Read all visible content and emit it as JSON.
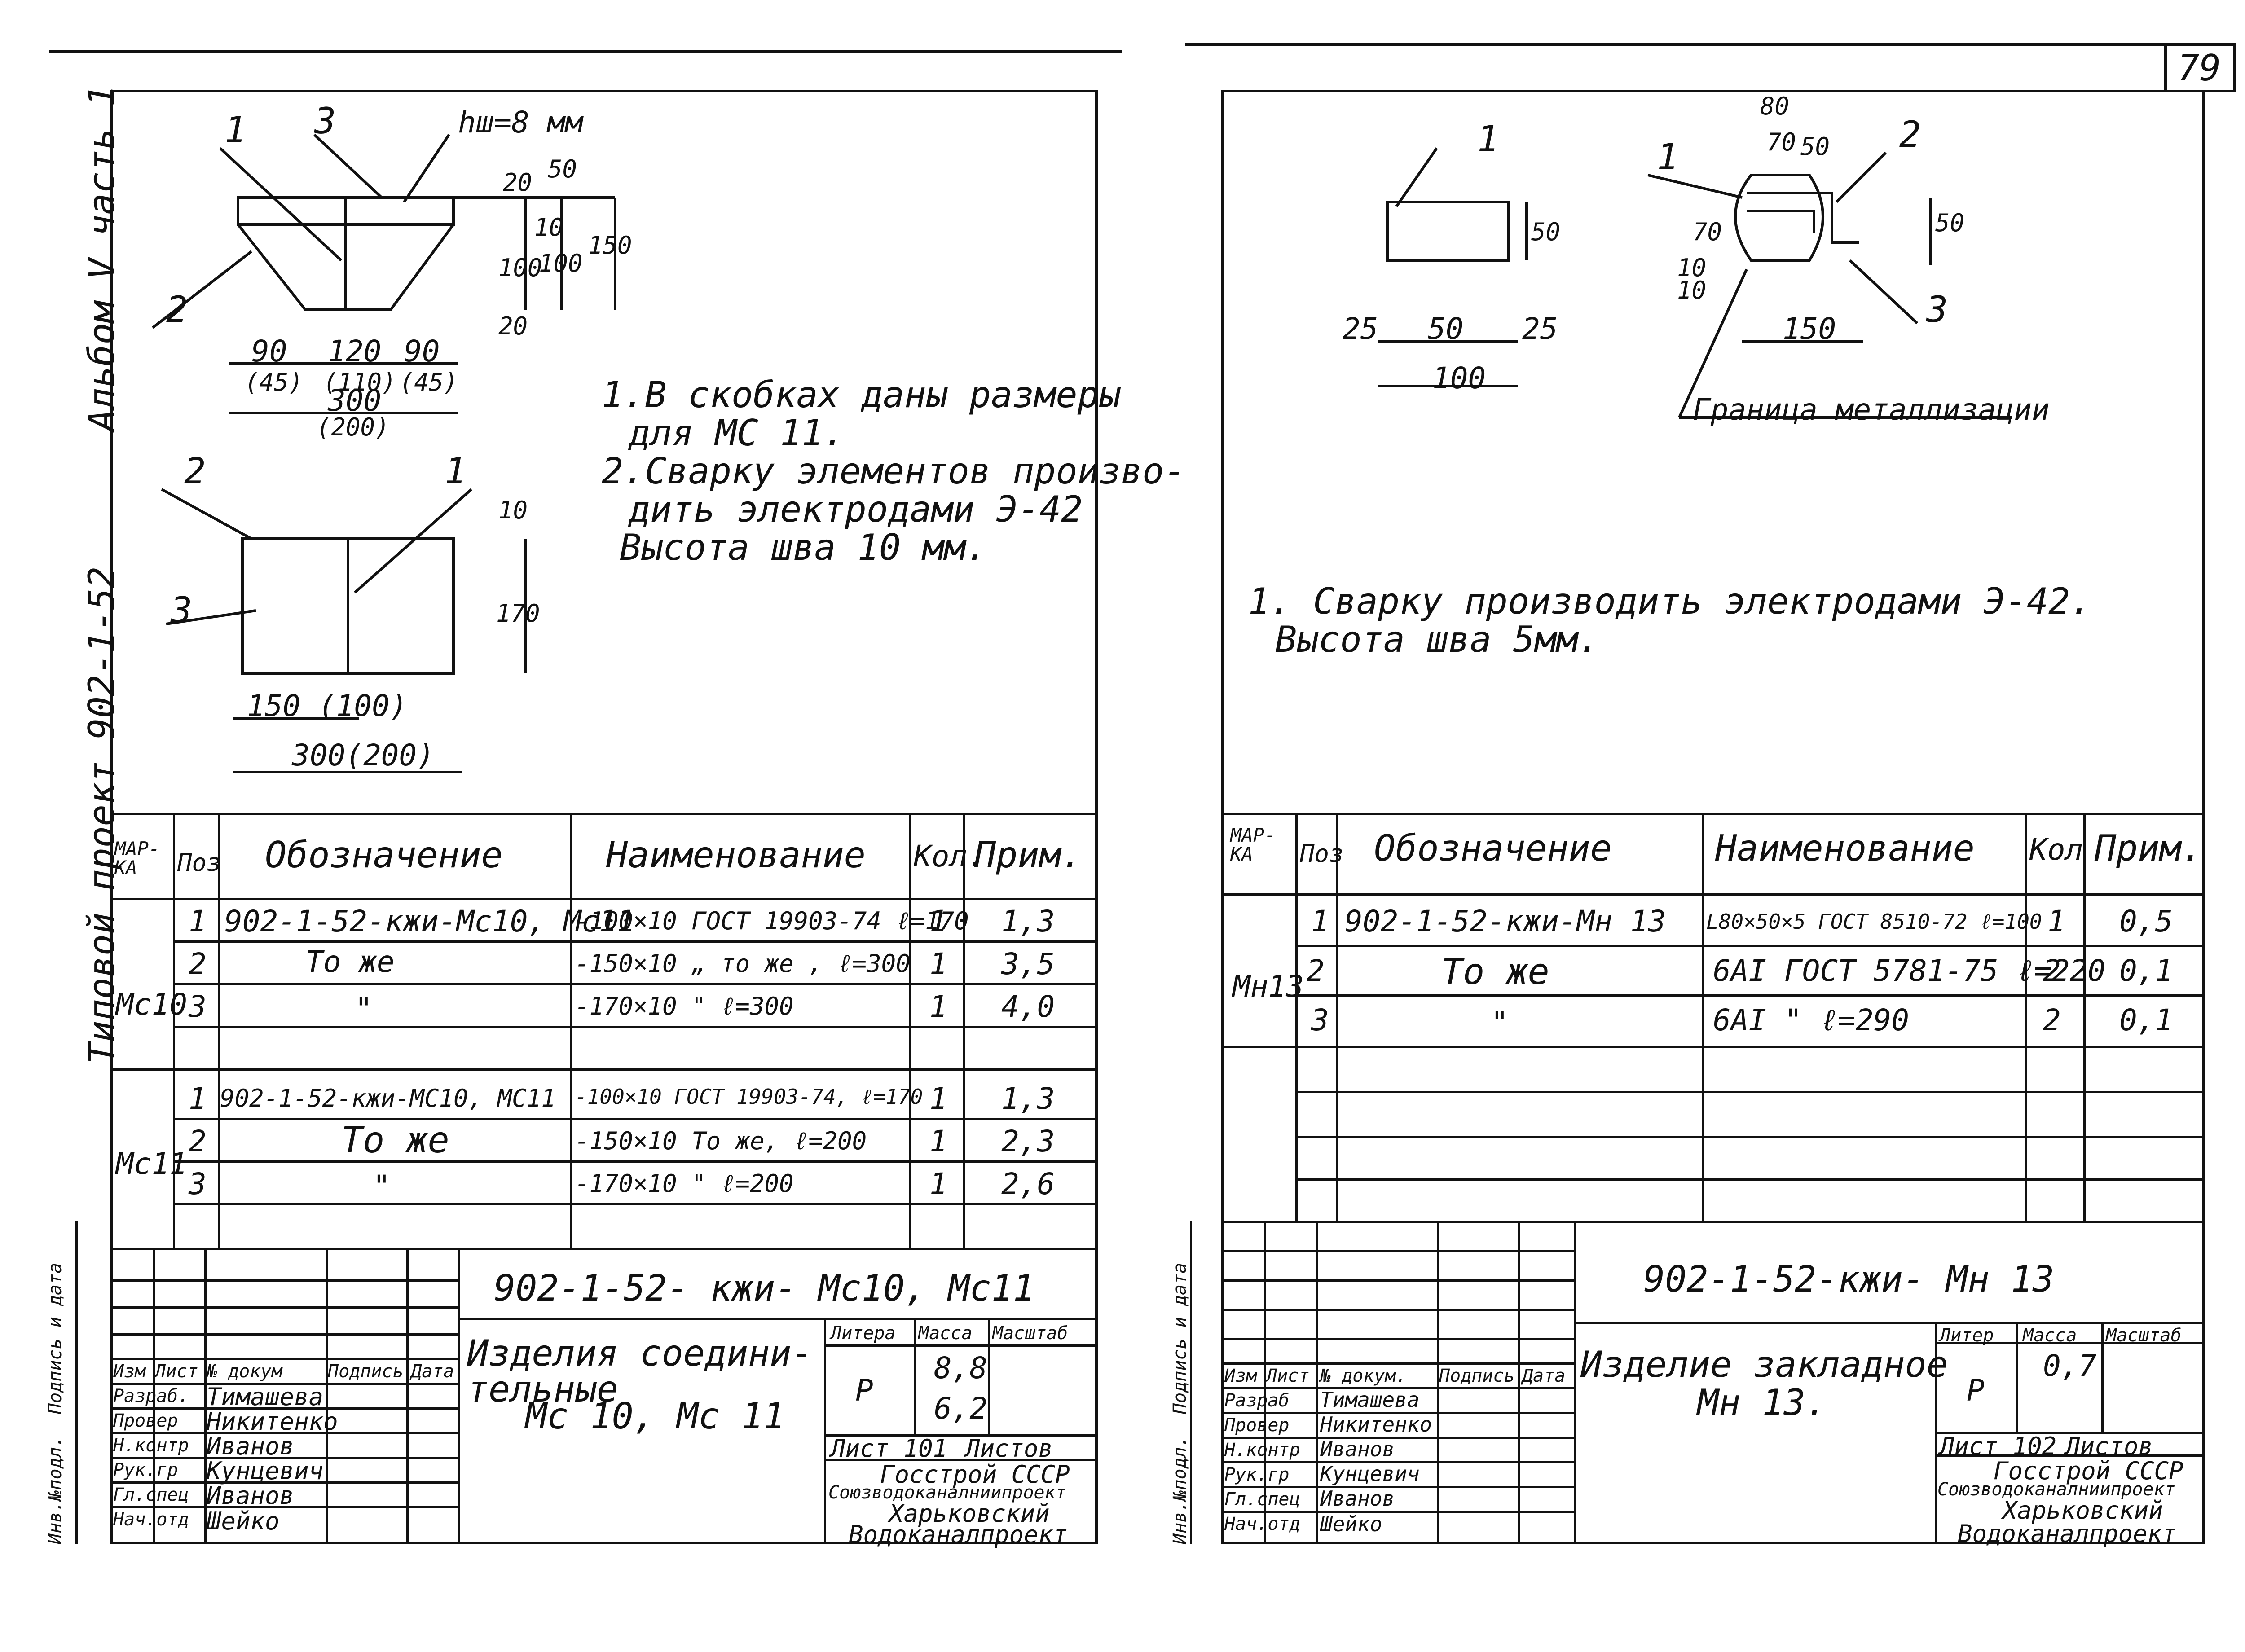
{
  "page_number": "79",
  "side_stamp": {
    "album": "Альбом V часть 1",
    "project": "Типовой проект 902-1-52",
    "sign_date": "Подпись и дата",
    "inv": "Инв.№подл."
  },
  "left_sheet": {
    "drawing": {
      "labels": [
        "1",
        "3",
        "2",
        "2",
        "1",
        "3"
      ],
      "weld": "hш=8 мм",
      "dims_top": [
        "20",
        "50",
        "100",
        "10",
        "100",
        "150",
        "20"
      ],
      "dims_bottom": [
        "90",
        "120",
        "90",
        "(45)",
        "(110)",
        "(45)",
        "300",
        "(200)"
      ],
      "dims_lower": [
        "10",
        "170",
        "150 (100)",
        "300(200)"
      ]
    },
    "notes": [
      "1.В скобках даны размеры",
      "для МС 11.",
      "2.Сварку элементов произво-",
      "дить электродами Э-42",
      "Высота шва 10 мм."
    ],
    "table": {
      "headers": [
        "МАР-КА",
        "Поз",
        "Обозначение",
        "Наименование",
        "Кол.",
        "Прим."
      ],
      "groups": [
        {
          "mark": "Мс10",
          "rows": [
            [
              "1",
              "902-1-52-кжи-Мс10, Мс11",
              "-100×10 ГОСТ 19903-74 ℓ=170",
              "1",
              "1,3"
            ],
            [
              "2",
              "То же",
              "-150×10 „ то же , ℓ=300",
              "1",
              "3,5"
            ],
            [
              "3",
              "\"",
              "-170×10 \" ℓ=300",
              "1",
              "4,0"
            ]
          ]
        },
        {
          "mark": "Мс11",
          "rows": [
            [
              "1",
              "902-1-52-кжи-МС10, МС11",
              "-100×10 ГОСТ 19903-74, ℓ=170",
              "1",
              "1,3"
            ],
            [
              "2",
              "То же",
              "-150×10 То же, ℓ=200",
              "1",
              "2,3"
            ],
            [
              "3",
              "\"",
              "-170×10 \" ℓ=200",
              "1",
              "2,6"
            ]
          ]
        }
      ]
    },
    "stamp": {
      "code": "902-1-52- кжи- Мс10, Мс11",
      "title": "Изделия соедини-тельные",
      "subtitle": "Мс 10, Мс 11",
      "cols": [
        "Изм",
        "Лист",
        "№ докум",
        "Подпись",
        "Дата"
      ],
      "people": [
        [
          "Разраб.",
          "Тимашева"
        ],
        [
          "Провер",
          "Никитенко"
        ],
        [
          "Н.контр",
          "Иванов"
        ],
        [
          "Рук.гр",
          "Кунцевич"
        ],
        [
          "Гл.спец",
          "Иванов"
        ],
        [
          "Нач.отд",
          "Шейко"
        ]
      ],
      "liter_label": "Литера",
      "mass_label": "Масса",
      "scale_label": "Масштаб",
      "liter": "Р",
      "mass1": "8,8",
      "mass2": "6,2",
      "sheet": "Лист 101",
      "sheets": "Листов",
      "org": [
        "Госстрой СССР",
        "Союзводоканалниипроект",
        "Харьковский",
        "Водоканалпроект"
      ]
    }
  },
  "right_sheet": {
    "drawing": {
      "labels": [
        "1",
        "1",
        "2",
        "3"
      ],
      "dims": [
        "50",
        "25",
        "50",
        "25",
        "100",
        "80",
        "70",
        "50",
        "50",
        "10",
        "70",
        "10",
        "150"
      ],
      "border_note": "Граница металлизации"
    },
    "notes": [
      "1. Сварку производить электродами Э-42.",
      "Высота шва 5мм."
    ],
    "table": {
      "headers": [
        "МАР-КА",
        "Поз",
        "Обозначение",
        "Наименование",
        "Кол",
        "Прим."
      ],
      "mark": "Мн13",
      "rows": [
        [
          "1",
          "902-1-52-кжи-Мн 13",
          "L80×50×5 ГОСТ 8510-72 ℓ=100",
          "1",
          "0,5"
        ],
        [
          "2",
          "То же",
          "6АI ГОСТ 5781-75 ℓ=220",
          "2",
          "0,1"
        ],
        [
          "3",
          "\"",
          "6АI \" ℓ=290",
          "2",
          "0,1"
        ]
      ]
    },
    "stamp": {
      "code": "902-1-52-кжи- Мн 13",
      "title": "Изделие закладное",
      "subtitle": "Мн 13.",
      "cols": [
        "Изм",
        "Лист",
        "№ докум.",
        "Подпись",
        "Дата"
      ],
      "people": [
        [
          "Разраб",
          "Тимашева"
        ],
        [
          "Провер",
          "Никитенко"
        ],
        [
          "Н.контр",
          "Иванов"
        ],
        [
          "Рук.гр",
          "Кунцевич"
        ],
        [
          "Гл.спец",
          "Иванов"
        ],
        [
          "Нач.отд",
          "Шейко"
        ]
      ],
      "liter_label": "Литер",
      "mass_label": "Масса",
      "scale_label": "Масштаб",
      "liter": "Р",
      "mass": "0,7",
      "sheet": "Лист 102",
      "sheets": "Листов",
      "org": [
        "Госстрой СССР",
        "Союзводоканалниипроект",
        "Харьковский",
        "Водоканалпроект"
      ]
    }
  }
}
